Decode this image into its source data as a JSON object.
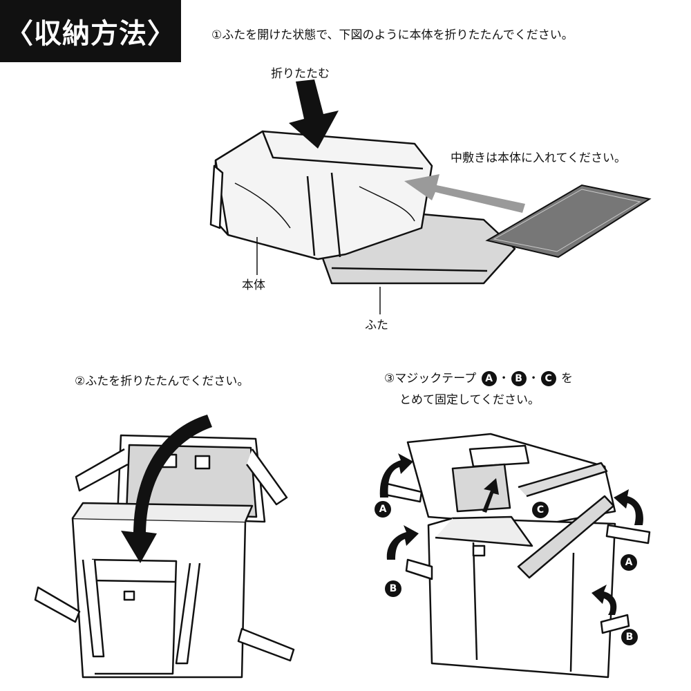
{
  "title": "〈収納方法〉",
  "step1": {
    "instruction": "①ふたを開けた状態で、下図のように本体を折りたたんでください。",
    "fold_label": "折りたたむ",
    "insert_note": "中敷きは本体に入れてください。",
    "body_label": "本体",
    "lid_label": "ふた"
  },
  "step2": {
    "instruction": "②ふたを折りたたんでください。"
  },
  "step3": {
    "instruction_prefix": "③マジックテープ",
    "tape_a": "A",
    "dot1": "・",
    "tape_b": "B",
    "dot2": "・",
    "tape_c": "C",
    "instruction_suffix": "を",
    "instruction_line2": "とめて固定してください。",
    "badges": [
      "A",
      "C",
      "B",
      "A",
      "B"
    ]
  }
}
